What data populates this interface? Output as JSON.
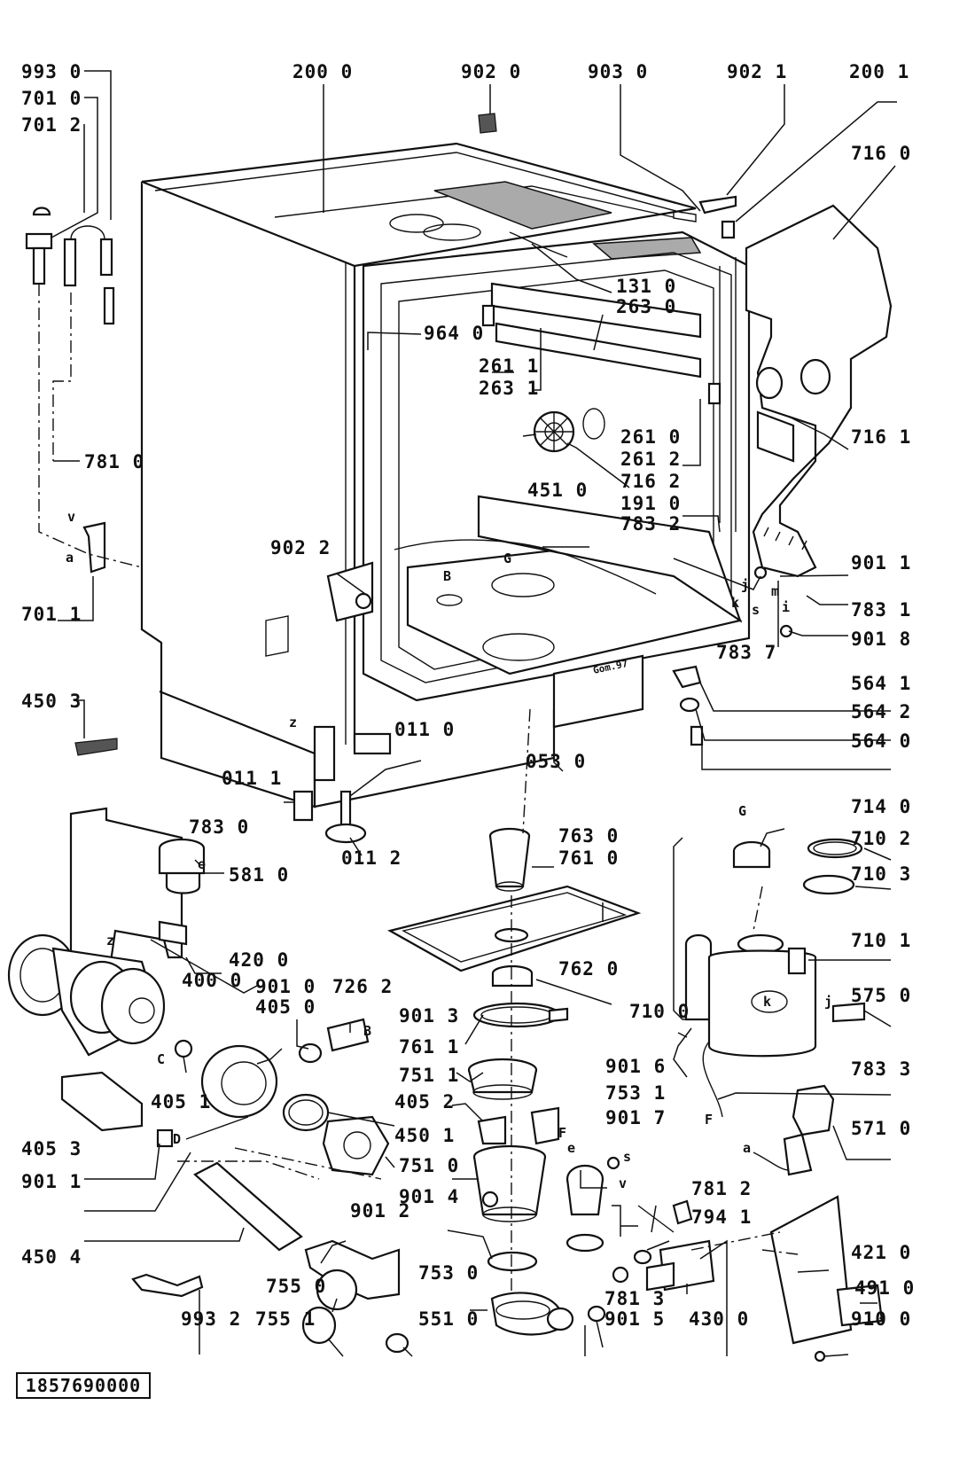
{
  "reference_number": "1857690000",
  "stamp": "Gom.97",
  "labels": {
    "l9930": "993 0",
    "l7010": "701 0",
    "l7012": "701 2",
    "l2000": "200 0",
    "l9020": "902 0",
    "l9030": "903 0",
    "l9021": "902 1",
    "l2001": "200 1",
    "l7160": "716 0",
    "l1310": "131 0",
    "l2630": "263 0",
    "l9640": "964 0",
    "l2611": "261 1",
    "l2631": "263 1",
    "l7810": "781 0",
    "l2610": "261 0",
    "l2612": "261 2",
    "l7161": "716 1",
    "l7162": "716 2",
    "l4510": "451 0",
    "l1910": "191 0",
    "l7832": "783 2",
    "l9022": "902 2",
    "l9011a": "901 1",
    "l7011": "701 1",
    "l7831": "783 1",
    "l7837": "783 7",
    "l9018": "901 8",
    "l4503": "450 3",
    "l5641": "564 1",
    "l5642": "564 2",
    "l0110": "011 0",
    "l5640": "564 0",
    "l0111": "011 1",
    "l0530": "053 0",
    "l0112": "011 2",
    "l7140": "714 0",
    "l7830": "783 0",
    "l7630": "763 0",
    "l7102": "710 2",
    "l5810": "581 0",
    "l7610": "761 0",
    "l7103": "710 3",
    "l7101": "710 1",
    "l4200": "420 0",
    "l4000": "400 0",
    "l7620": "762 0",
    "l9010": "901 0",
    "l7262": "726 2",
    "l4050": "405 0",
    "l5750": "575 0",
    "l7100": "710 0",
    "l9013": "901 3",
    "l7611": "761 1",
    "l7833": "783 3",
    "l9016": "901 6",
    "l7511": "751 1",
    "l4051": "405 1",
    "l7531": "753 1",
    "l4052": "405 2",
    "l9017": "901 7",
    "l5710": "571 0",
    "l4053": "405 3",
    "l4501": "450 1",
    "l7510": "751 0",
    "l9011b": "901 1",
    "l9014": "901 4",
    "l7812": "781 2",
    "l9012": "901 2",
    "l7941": "794 1",
    "l4504": "450 4",
    "l4210": "421 0",
    "l7550": "755 0",
    "l7530": "753 0",
    "l4910": "491 0",
    "l7813": "781 3",
    "l9932": "993 2",
    "l7551": "755 1",
    "l5510": "551 0",
    "l9015": "901 5",
    "l4300": "430 0",
    "l9100": "910 0"
  },
  "letters": {
    "v1": "v",
    "a1": "a",
    "z1": "z",
    "z2": "z",
    "B1": "B",
    "G1": "G",
    "j1": "j",
    "k1": "k",
    "s1": "s",
    "m1": "m",
    "i1": "i",
    "e1": "e",
    "G2": "G",
    "k2": "k",
    "j2": "j",
    "C1": "C",
    "B2": "B",
    "D1": "D",
    "F1": "F",
    "e2": "e",
    "s2": "s",
    "v2": "v",
    "F2": "F",
    "a2": "a"
  }
}
